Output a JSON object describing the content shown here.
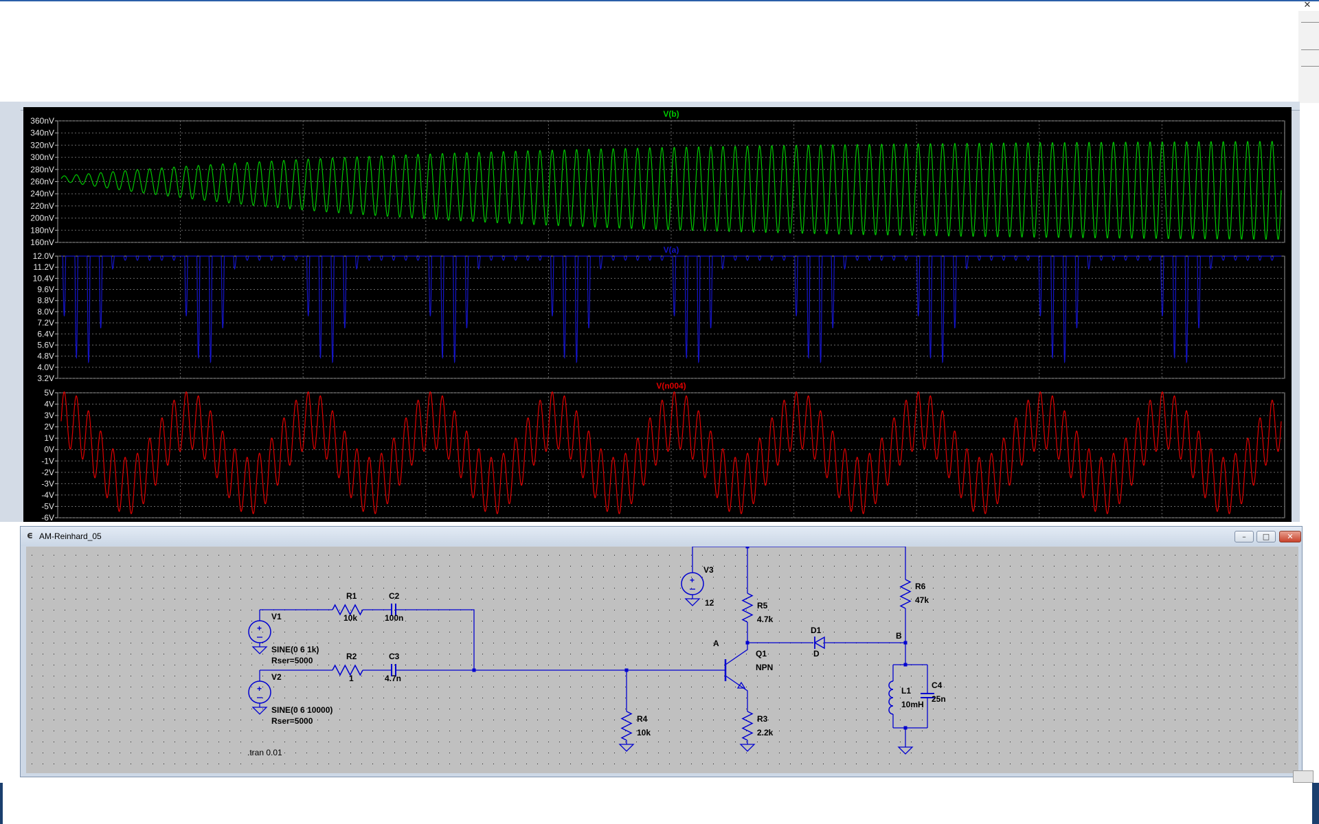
{
  "top_close_glyph": "✕",
  "waveform_viewer": {
    "panes": [
      {
        "title": "V(b)",
        "color": "#00c800",
        "y_ticks": [
          "360nV",
          "340nV",
          "320nV",
          "300nV",
          "280nV",
          "260nV",
          "240nV",
          "220nV",
          "200nV",
          "180nV",
          "160nV"
        ],
        "y_range": [
          160,
          360
        ],
        "unit": "nV"
      },
      {
        "title": "V(a)",
        "color": "#1414c8",
        "y_ticks": [
          "12.0V",
          "11.2V",
          "10.4V",
          "9.6V",
          "8.8V",
          "8.0V",
          "7.2V",
          "6.4V",
          "5.6V",
          "4.8V",
          "4.0V",
          "3.2V"
        ],
        "y_range": [
          3.2,
          12.0
        ],
        "unit": "V"
      },
      {
        "title": "V(n004)",
        "color": "#e00000",
        "y_ticks": [
          "5V",
          "4V",
          "3V",
          "2V",
          "1V",
          "0V",
          "-1V",
          "-2V",
          "-3V",
          "-4V",
          "-5V",
          "-6V"
        ],
        "y_range": [
          -6,
          5
        ],
        "unit": "V"
      }
    ],
    "grid_on": true,
    "background": "#000000"
  },
  "schematic": {
    "window_title": "AM-Reinhard_05",
    "app_icon": "ltspice-icon",
    "window_buttons": {
      "minimize": "–",
      "maximize": "□",
      "close": "✕"
    },
    "labels": {
      "V1": "V1",
      "V1_value": "SINE(0 6 1k)",
      "V1_rser": "Rser=5000",
      "V2": "V2",
      "V2_value": "SINE(0 6 10000)",
      "V2_rser": "Rser=5000",
      "V3": "V3",
      "V3_value": "12",
      "R1": "R1",
      "R1_value": "10k",
      "R2": "R2",
      "R2_value": "1",
      "C2": "C2",
      "C2_value": "100n",
      "C3": "C3",
      "C3_value": "4.7n",
      "R4": "R4",
      "R4_value": "10k",
      "R5": "R5",
      "R5_value": "4.7k",
      "R3": "R3",
      "R3_value": "2.2k",
      "Q1": "Q1",
      "Q1_value": "NPN",
      "D1": "D1",
      "D1_value": "D",
      "R6": "R6",
      "R6_value": "47k",
      "L1": "L1",
      "L1_value": "10mH",
      "C4": "C4",
      "C4_value": "25n",
      "net_A": "A",
      "net_B": "B",
      "directive": ".tran 0.01"
    },
    "wire_color": "#0000d0",
    "background": "#c0c0c0"
  }
}
